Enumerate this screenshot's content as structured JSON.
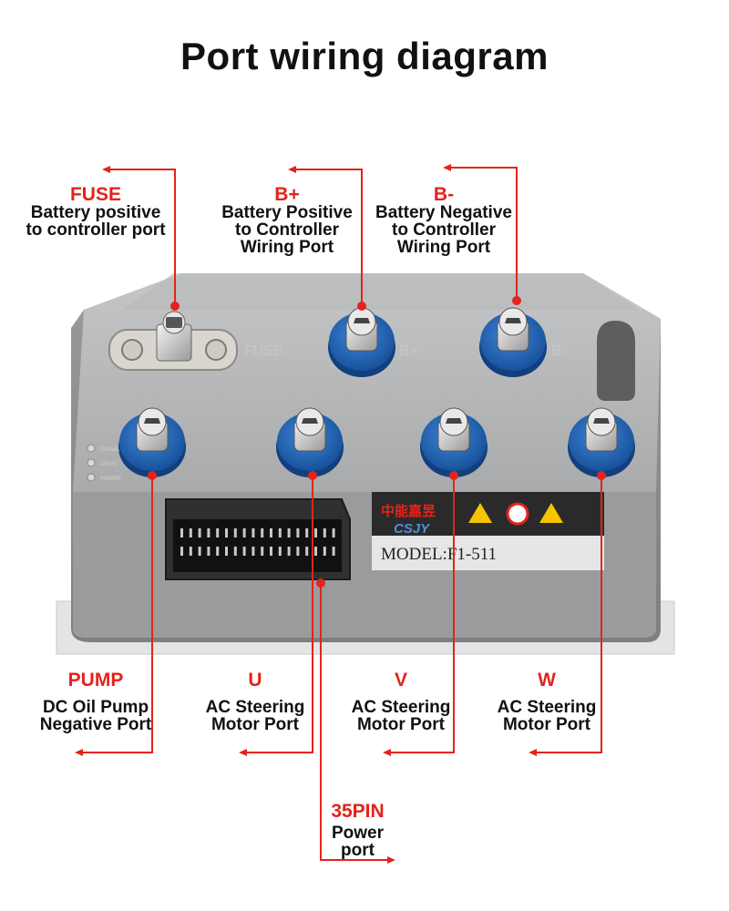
{
  "title": "Port wiring diagram",
  "colors": {
    "accent": "#e4231b",
    "housing": "#9b9c9e",
    "terminal": "#1f5fb0"
  },
  "device": {
    "model": "MODEL:F1-511",
    "brand_cn": "中能嘉昱",
    "brand": "CSJY",
    "silk_fuse": "FUSE",
    "silk_bplus": "B+",
    "silk_bminus": "B-",
    "leds": [
      "SIGNAL",
      "DRIVE",
      "POWER"
    ]
  },
  "ports": {
    "fuse": {
      "code": "FUSE",
      "desc": [
        "Battery positive",
        "to controller port"
      ]
    },
    "bplus": {
      "code": "B+",
      "desc": [
        "Battery Positive",
        "to Controller",
        "Wiring Port"
      ]
    },
    "bminus": {
      "code": "B-",
      "desc": [
        "Battery Negative",
        "to Controller",
        "Wiring Port"
      ]
    },
    "pump": {
      "code": "PUMP",
      "desc": [
        "DC Oil Pump",
        "Negative Port"
      ]
    },
    "u": {
      "code": "U",
      "desc": [
        "AC Steering",
        "Motor Port"
      ]
    },
    "v": {
      "code": "V",
      "desc": [
        "AC Steering",
        "Motor Port"
      ]
    },
    "w": {
      "code": "W",
      "desc": [
        "AC Steering",
        "Motor Port"
      ]
    },
    "pin35": {
      "code": "35PIN",
      "desc": [
        "Power",
        "port"
      ]
    }
  }
}
